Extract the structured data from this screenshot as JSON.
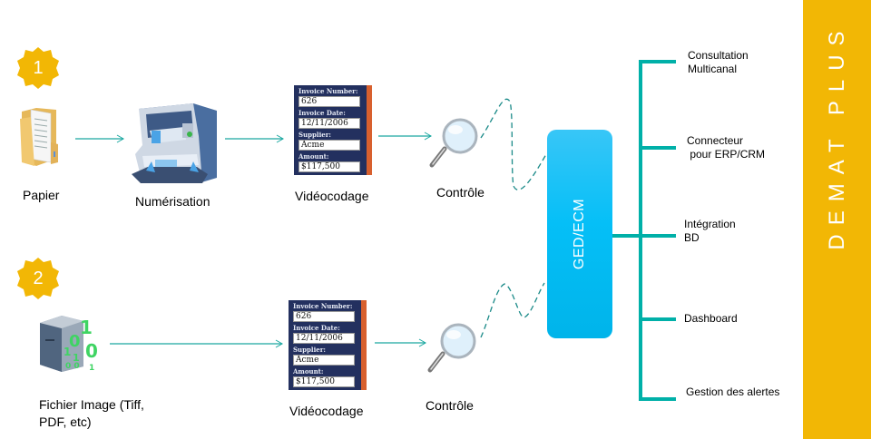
{
  "brand": {
    "title": "DEMAT PLUS",
    "color": "#f2b705"
  },
  "colors": {
    "connector": "#1aa8a0",
    "branch": "#00b0a8",
    "ged": "#05bff7",
    "badge": "#f2b705"
  },
  "flows": [
    {
      "badge": "1",
      "steps": [
        {
          "label": "Papier",
          "icon": "folder-icon"
        },
        {
          "label": "Numérisation",
          "icon": "scanner-icon"
        },
        {
          "label": "Vidéocodage",
          "icon": "invoice-form-icon"
        },
        {
          "label": "Contrôle",
          "icon": "magnifier-icon"
        }
      ]
    },
    {
      "badge": "2",
      "steps": [
        {
          "label": "Fichier Image  (Tiff,\nPDF, etc)",
          "label_line1": "Fichier Image  (Tiff,",
          "label_line2": "PDF, etc)",
          "icon": "binary-file-icon"
        },
        {
          "label": "Vidéocodage",
          "icon": "invoice-form-icon"
        },
        {
          "label": "Contrôle",
          "icon": "magnifier-icon"
        }
      ]
    }
  ],
  "invoice": {
    "fields": [
      {
        "label": "Invoice Number:",
        "value": "626"
      },
      {
        "label": "Invoice Date:",
        "value": "12/11/2006"
      },
      {
        "label": "Supplier:",
        "value": "Acme"
      },
      {
        "label": "Amount:",
        "value": "$117,500"
      }
    ]
  },
  "hub": {
    "label": "GED/ECM"
  },
  "outputs": [
    {
      "label": "Consultation\nMulticanal"
    },
    {
      "label": "Connecteur\n pour ERP/CRM"
    },
    {
      "label": "Intégration\nBD"
    },
    {
      "label": "Dashboard"
    },
    {
      "label": "Gestion des alertes"
    }
  ]
}
